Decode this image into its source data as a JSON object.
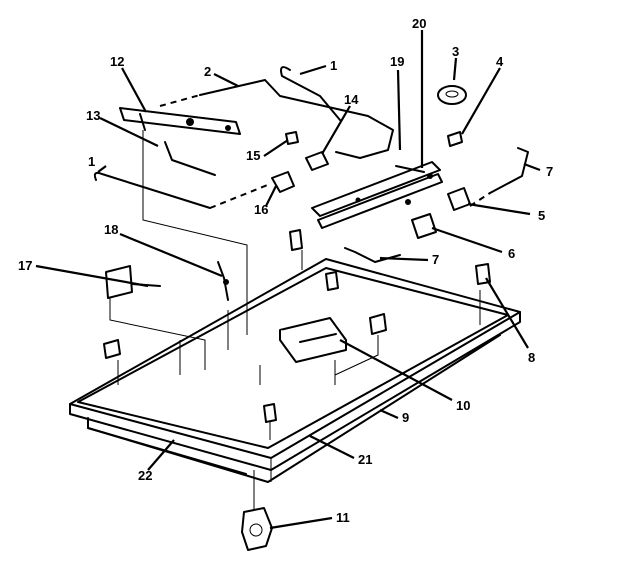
{
  "callouts": [
    {
      "id": "c1a",
      "label": "1"
    },
    {
      "id": "c1b",
      "label": "1"
    },
    {
      "id": "c2",
      "label": "2"
    },
    {
      "id": "c3",
      "label": "3"
    },
    {
      "id": "c4",
      "label": "4"
    },
    {
      "id": "c5",
      "label": "5"
    },
    {
      "id": "c6",
      "label": "6"
    },
    {
      "id": "c7a",
      "label": "7"
    },
    {
      "id": "c7b",
      "label": "7"
    },
    {
      "id": "c8",
      "label": "8"
    },
    {
      "id": "c9",
      "label": "9"
    },
    {
      "id": "c10",
      "label": "10"
    },
    {
      "id": "c11",
      "label": "11"
    },
    {
      "id": "c12",
      "label": "12"
    },
    {
      "id": "c13",
      "label": "13"
    },
    {
      "id": "c14",
      "label": "14"
    },
    {
      "id": "c15",
      "label": "15"
    },
    {
      "id": "c16",
      "label": "16"
    },
    {
      "id": "c17",
      "label": "17"
    },
    {
      "id": "c18",
      "label": "18"
    },
    {
      "id": "c19",
      "label": "19"
    },
    {
      "id": "c20",
      "label": "20"
    },
    {
      "id": "c21",
      "label": "21"
    },
    {
      "id": "c22",
      "label": "22"
    }
  ]
}
